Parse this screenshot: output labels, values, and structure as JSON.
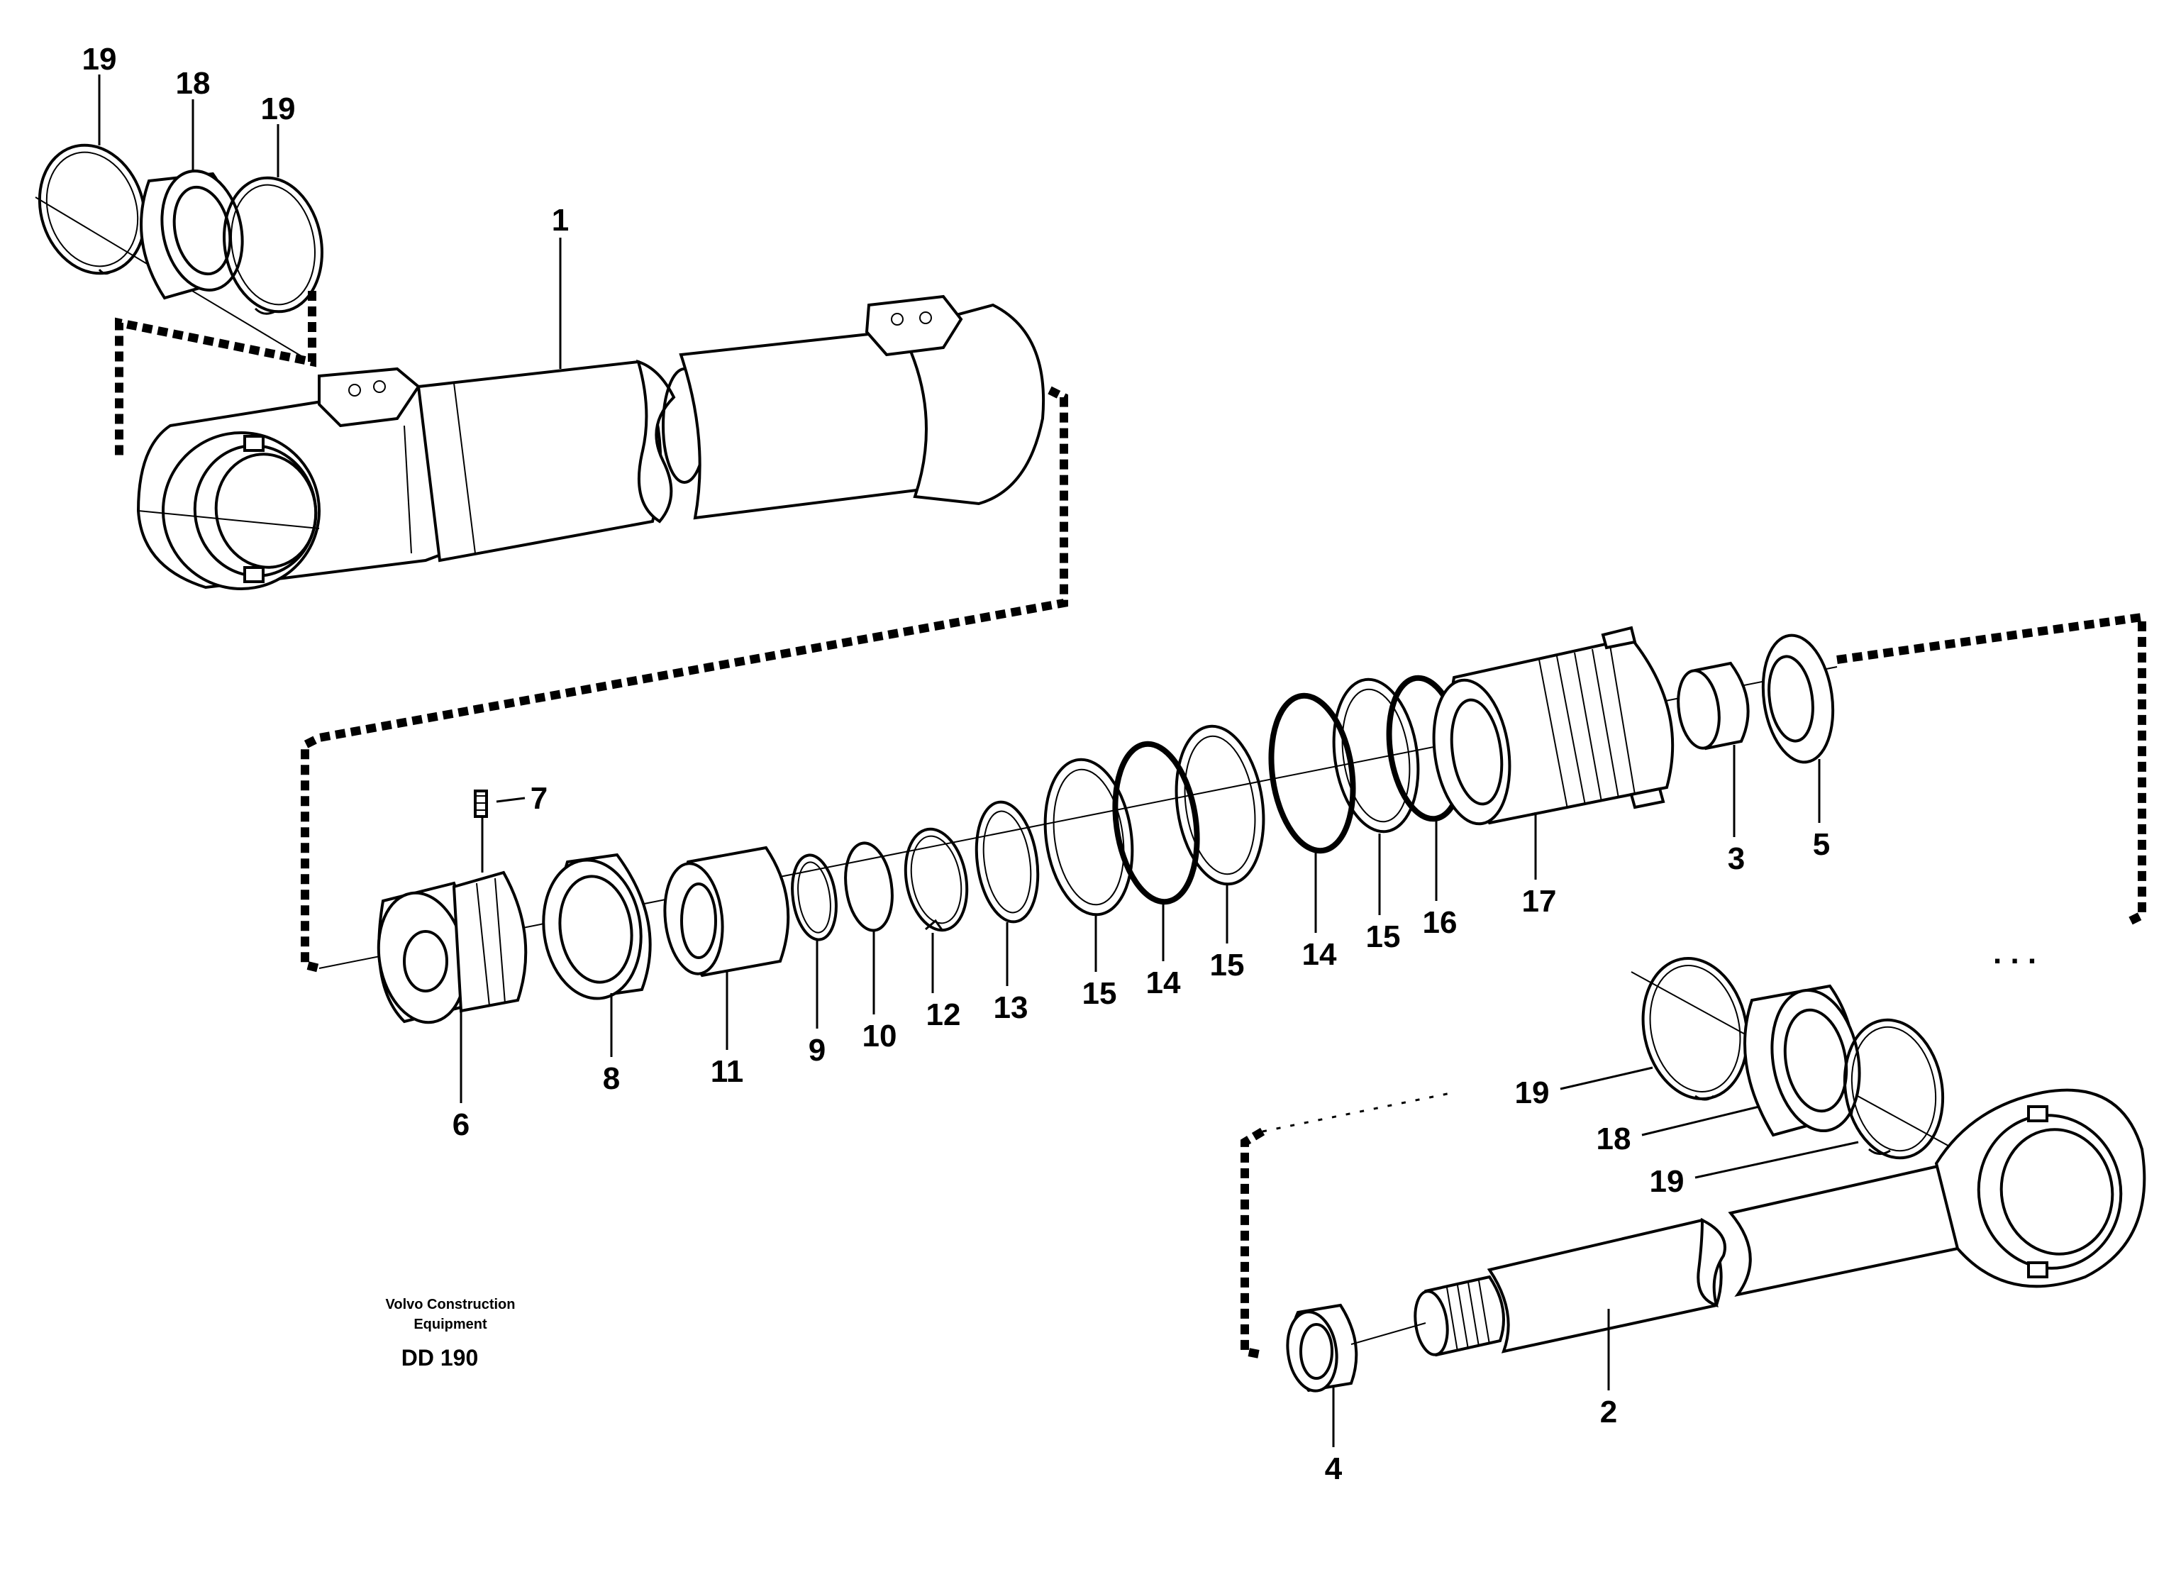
{
  "callouts": {
    "c19_top_left": "19",
    "c18_top": "18",
    "c19_top_right": "19",
    "c1": "1",
    "c7": "7",
    "c6": "6",
    "c8": "8",
    "c11": "11",
    "c9": "9",
    "c10": "10",
    "c12": "12",
    "c13": "13",
    "c15_a": "15",
    "c14_a": "14",
    "c15_b": "15",
    "c14_b": "14",
    "c15_c": "15",
    "c16": "16",
    "c17": "17",
    "c3": "3",
    "c5": "5",
    "c19_mid": "19",
    "c18_mid": "18",
    "c19_low": "19",
    "c2": "2",
    "c4": "4"
  },
  "footer": {
    "credit_line1": "Volvo Construction",
    "credit_line2": "Equipment",
    "drawing_code": "DD 190"
  }
}
